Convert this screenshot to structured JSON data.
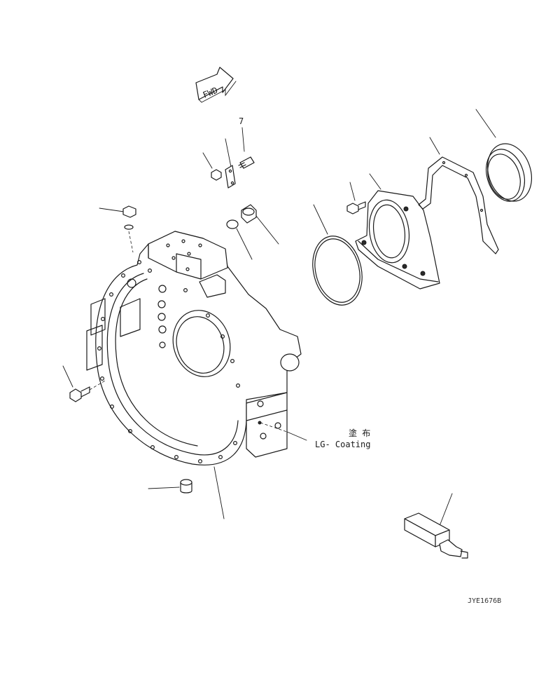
{
  "fwd_label": "FWD",
  "callout_7": "7",
  "coating": {
    "jp": "塗 布",
    "en": "LG- Coating"
  },
  "drawing_code": "JYE1676B"
}
